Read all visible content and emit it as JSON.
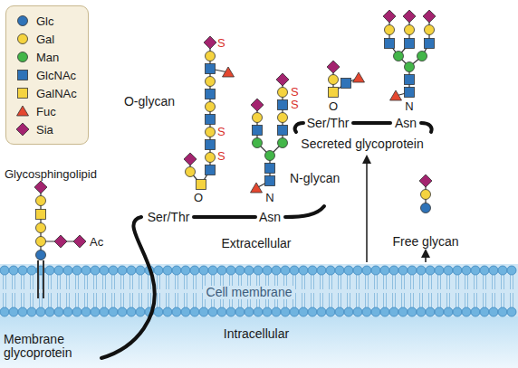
{
  "diagram": {
    "labels": [
      "O-glycan",
      "S",
      "S",
      "S",
      "N-glycan",
      "S",
      "S",
      "Glycosphingolipid",
      "Ac",
      "O",
      "Ser/Thr",
      "N",
      "Asn",
      "O",
      "Ser/Thr",
      "N",
      "Asn",
      "Secreted glycoprotein",
      "Free glycan",
      "Extracellular",
      "Cell membrane",
      "Intracellular",
      "Membrane glycoprotein"
    ],
    "legend": [
      {
        "text": "Glc",
        "color": "#2f73b8"
      },
      {
        "text": "Gal",
        "color": "#f5d33f"
      },
      {
        "text": "Man",
        "color": "#43b649"
      },
      {
        "text": "GlcNAc",
        "color": "#2f73b8"
      },
      {
        "text": "GalNAc",
        "color": "#f5d33f"
      },
      {
        "text": "Fuc",
        "color": "#e4472f"
      },
      {
        "text": "Sia",
        "color": "#a3246f"
      }
    ]
  }
}
